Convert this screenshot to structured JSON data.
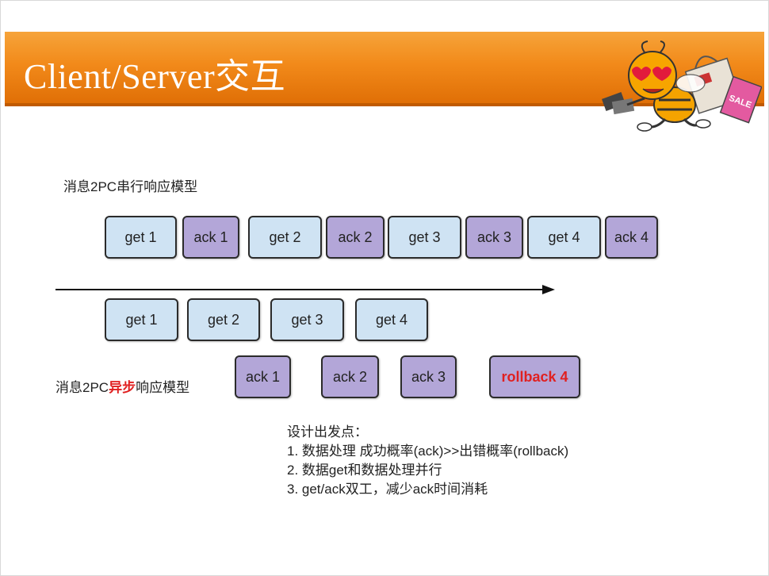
{
  "header": {
    "title": "Client/Server交互",
    "sale_text": "SALE"
  },
  "serial": {
    "label": "消息2PC串行响应模型",
    "boxes": [
      "get 1",
      "ack 1",
      "get 2",
      "ack 2",
      "get 3",
      "ack 3",
      "get 4",
      "ack 4"
    ]
  },
  "async": {
    "label_pre": "消息2PC",
    "label_hl": "异步",
    "label_post": "响应模型",
    "get_boxes": [
      "get 1",
      "get 2",
      "get 3",
      "get 4"
    ],
    "ack_boxes": [
      "ack 1",
      "ack 2",
      "ack 3"
    ],
    "rollback": "rollback 4"
  },
  "notes": [
    "设计出发点：",
    "1.  数据处理  成功概率(ack)>>出错概率(rollback)",
    "2.  数据get和数据处理并行",
    "3.  get/ack双工，减少ack时间消耗"
  ],
  "colors": {
    "header": "#f28a1a",
    "get": "#cfe3f3",
    "ack": "#b3a6d8",
    "highlight": "#e02020"
  }
}
